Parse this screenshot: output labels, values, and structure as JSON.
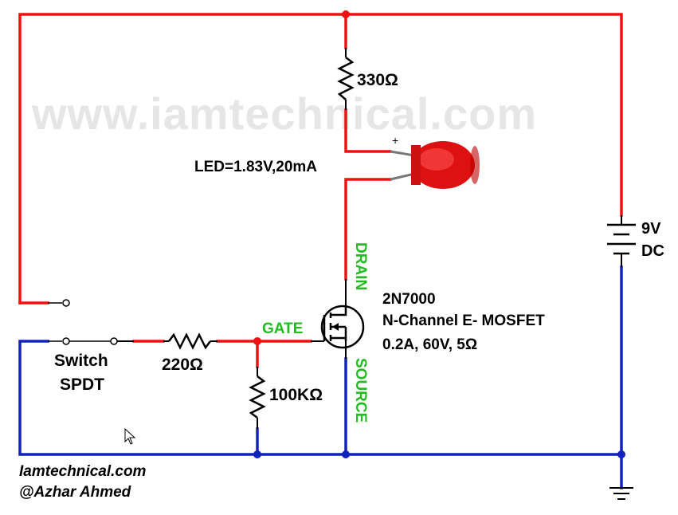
{
  "watermark": "www.iamtechnical.com",
  "labels": {
    "r_top": "330Ω",
    "led": "LED=1.83V,20mA",
    "led_plus": "+",
    "battery_v": "9V",
    "battery_dc": "DC",
    "drain": "DRAIN",
    "source": "SOURCE",
    "gate": "GATE",
    "mosfet_part": "2N7000",
    "mosfet_type": "N-Channel E- MOSFET",
    "mosfet_spec": "0.2A, 60V, 5Ω",
    "switch_1": "Switch",
    "switch_2": "SPDT",
    "r_gate": "220Ω",
    "r_pulldown": "100KΩ"
  },
  "credits": {
    "site": "Iamtechnical.com",
    "author": "@Azhar Ahmed"
  },
  "colors": {
    "positive_wire": "#ee1111",
    "ground_wire": "#1122bb",
    "label_green": "#22bb22",
    "led_red": "#dd1111"
  }
}
